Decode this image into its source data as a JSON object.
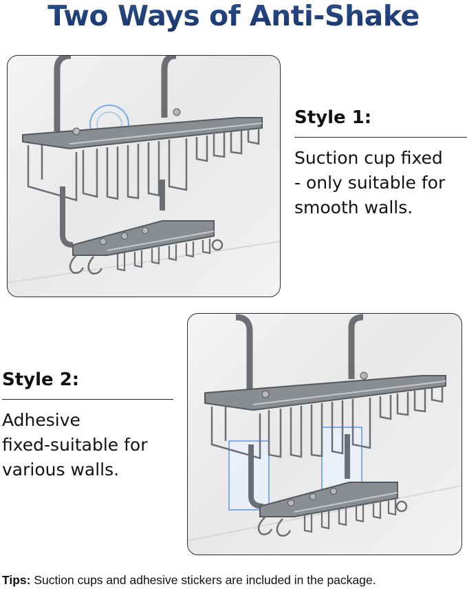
{
  "title": "Two Ways of Anti-Shake",
  "styles": [
    {
      "heading": "Style 1:",
      "description_lines": [
        "Suction cup fixed",
        "- only suitable for",
        "smooth walls."
      ],
      "image_alt": "Shower caddy basket mounted with suction cup on smooth wall"
    },
    {
      "heading": "Style 2:",
      "description_lines": [
        "Adhesive",
        "fixed-suitable for",
        "various walls."
      ],
      "image_alt": "Shower caddy basket mounted with adhesive stickers on wall"
    }
  ],
  "tips": {
    "label": "Tips:",
    "text": " Suction cups and adhesive stickers are included in the package."
  },
  "colors": {
    "title": "#1f3d74",
    "text": "#111111",
    "metal": "#6b6e73",
    "suction_blue": "#4a8fe0"
  }
}
